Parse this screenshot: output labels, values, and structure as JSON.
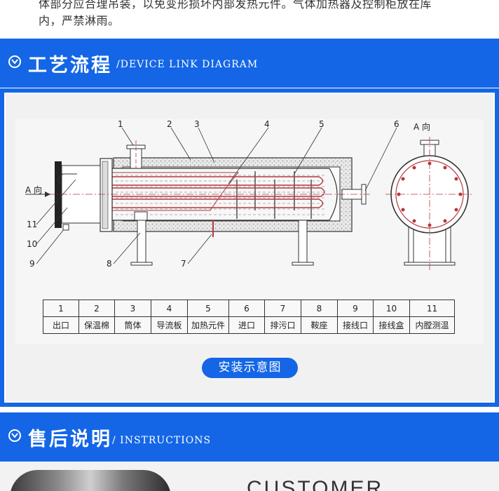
{
  "intro": {
    "line1": "体部分应合理吊装，以免变形损坏内部发热元件。气体加热器及控制柜放在库",
    "line2": "内，严禁淋雨。"
  },
  "sections": [
    {
      "title": "工艺流程",
      "subtitle": "/DEVICE LINK DIAGRAM"
    },
    {
      "title": "售后说明",
      "subtitle": "/ INSTRUCTIONS"
    }
  ],
  "diagram": {
    "view_label": "A 向",
    "side_arrow_label": "A 向",
    "callouts": [
      "1",
      "2",
      "3",
      "4",
      "5",
      "6",
      "7",
      "8",
      "9",
      "10",
      "11"
    ],
    "parts_table": {
      "numbers": [
        "1",
        "2",
        "3",
        "4",
        "5",
        "6",
        "7",
        "8",
        "9",
        "10",
        "11"
      ],
      "names": [
        "出口",
        "保温棉",
        "筒体",
        "导流板",
        "加热元件",
        "进口",
        "排污口",
        "鞍座",
        "接线口",
        "接线盒",
        "内膛测温"
      ]
    },
    "caption": "安装示意图"
  },
  "footer": {
    "heading": "CUSTOMER"
  },
  "colors": {
    "accent": "#1466e6",
    "heater_red": "#b5383e"
  },
  "icons": {
    "section_icon": "chevron-circle-down-icon"
  }
}
